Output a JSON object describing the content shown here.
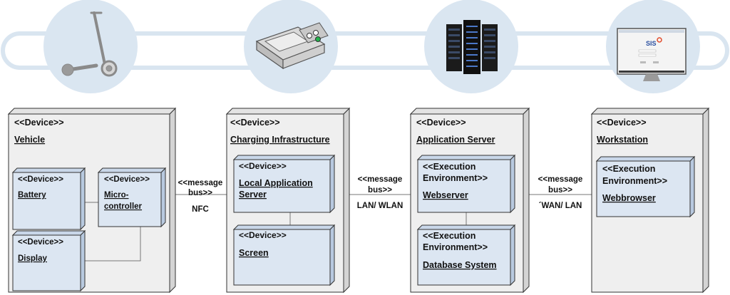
{
  "stereotype": "<<Device>>",
  "nodes": {
    "vehicle": {
      "stereotype": "<<Device>>",
      "name": "Vehicle",
      "battery": {
        "stereotype": "<<Device>>",
        "name": "Battery"
      },
      "microcontroller": {
        "stereotype": "<<Device>>",
        "name_line1": "Micro-",
        "name_line2": "controller"
      },
      "display": {
        "stereotype": "<<Device>>",
        "name": "Display"
      }
    },
    "charging": {
      "stereotype": "<<Device>>",
      "name": "Charging Infrastructure",
      "local_server": {
        "stereotype": "<<Device>>",
        "name_line1": "Local Application",
        "name_line2": "Server"
      },
      "screen": {
        "stereotype": "<<Device>>",
        "name": "Screen"
      }
    },
    "app_server": {
      "stereotype": "<<Device>>",
      "name": "Application Server",
      "webserver": {
        "stereotype_line1": "<<Execution",
        "stereotype_line2": "Environment>>",
        "name": "Webserver"
      },
      "database": {
        "stereotype_line1": "<<Execution",
        "stereotype_line2": "Environment>>",
        "name": "Database System"
      }
    },
    "workstation": {
      "stereotype": "<<Device>>",
      "name": "Workstation",
      "browser": {
        "stereotype_line1": "<<Execution",
        "stereotype_line2": "Environment>>",
        "name": "Webbrowser"
      }
    }
  },
  "links": {
    "nfc": {
      "line1": "<<message",
      "line2": "bus>>",
      "protocol": "NFC"
    },
    "lan_wlan": {
      "line1": "<<message",
      "line2": "bus>>",
      "protocol": "LAN/ WLAN"
    },
    "wan_lan": {
      "line1": "<<message",
      "line2": "bus>>",
      "protocol": "´WAN/ LAN"
    }
  },
  "icons": [
    "scooter-icon",
    "charging-station-icon",
    "server-rack-icon",
    "monitor-icon"
  ],
  "monitor_logo_text": "SIS",
  "colors": {
    "node_fill": "#efefef",
    "node_side": "#d4d4d4",
    "inner_fill": "#dce6f2",
    "inner_side": "#b8c9df",
    "circle": "#dae6f1",
    "track": "#dae6f1"
  }
}
